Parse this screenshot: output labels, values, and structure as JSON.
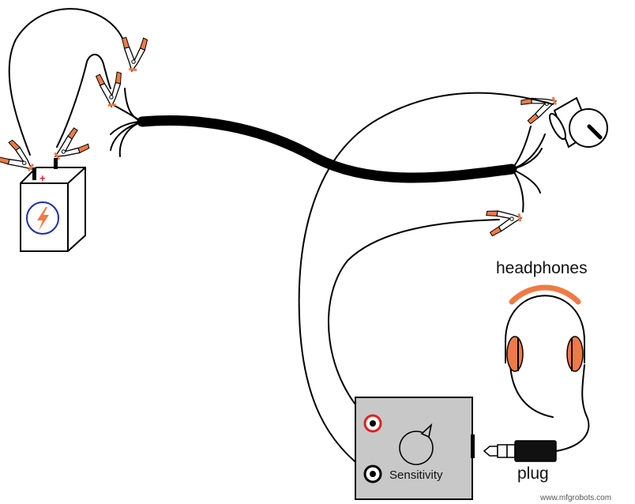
{
  "labels": {
    "headphones": "headphones",
    "plug": "plug",
    "sensitivity": "Sensitivity",
    "battery_plus": "+",
    "battery_minus": "−",
    "watermark": "www.mfgrobots.com"
  },
  "colors": {
    "clip_orange": "#f07a45",
    "cable": "#000000",
    "meter_box": "#c8c8c8",
    "jack_red": "#e02020",
    "lightning": "#f07a45",
    "battery_ring": "#1a2ea8"
  },
  "icons": {
    "battery": "battery-icon",
    "lightning": "lightning-icon",
    "headphones": "headphones-icon",
    "plug": "phone-plug-icon",
    "knob": "knob-icon",
    "clip": "alligator-clip-icon"
  }
}
